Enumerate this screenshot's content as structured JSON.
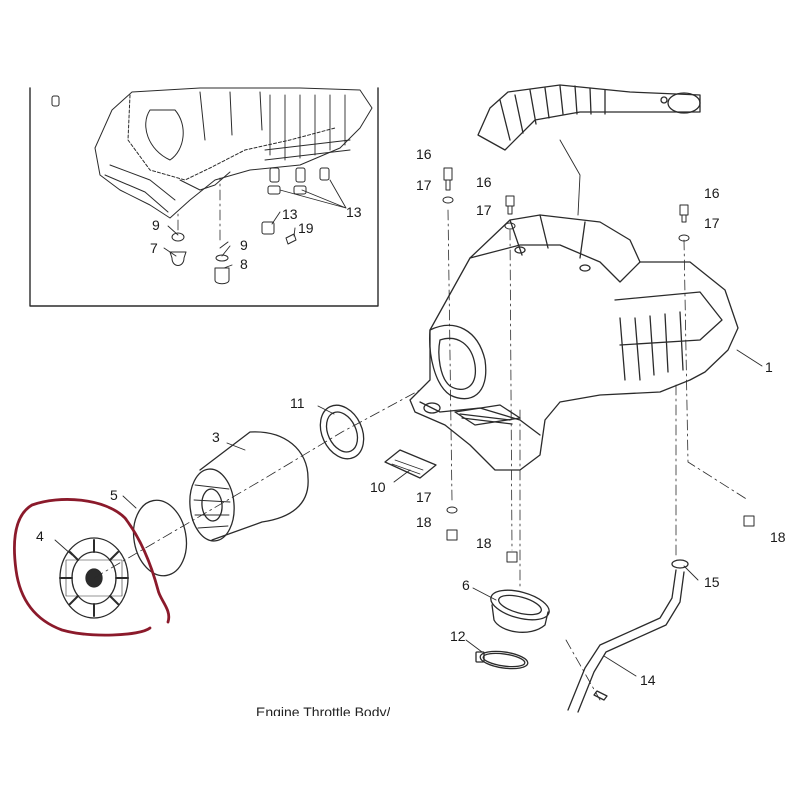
{
  "labels": {
    "n1": "1",
    "n3": "3",
    "n4": "4",
    "n5": "5",
    "n6": "6",
    "n7": "7",
    "n8": "8",
    "n9a": "9",
    "n9b": "9",
    "n10": "10",
    "n11": "11",
    "n12": "12",
    "n13a": "13",
    "n13b": "13",
    "n14": "14",
    "n15": "15",
    "n16a": "16",
    "n16b": "16",
    "n16c": "16",
    "n17a": "17",
    "n17b": "17",
    "n17c": "17",
    "n17d": "17",
    "n18a": "18",
    "n18b": "18",
    "n18c": "18",
    "n19": "19"
  },
  "caption": "Engine Throttle Body/",
  "colors": {
    "line": "#2b2b2b",
    "highlight": "#8b1a2b",
    "paper": "#ffffff"
  }
}
